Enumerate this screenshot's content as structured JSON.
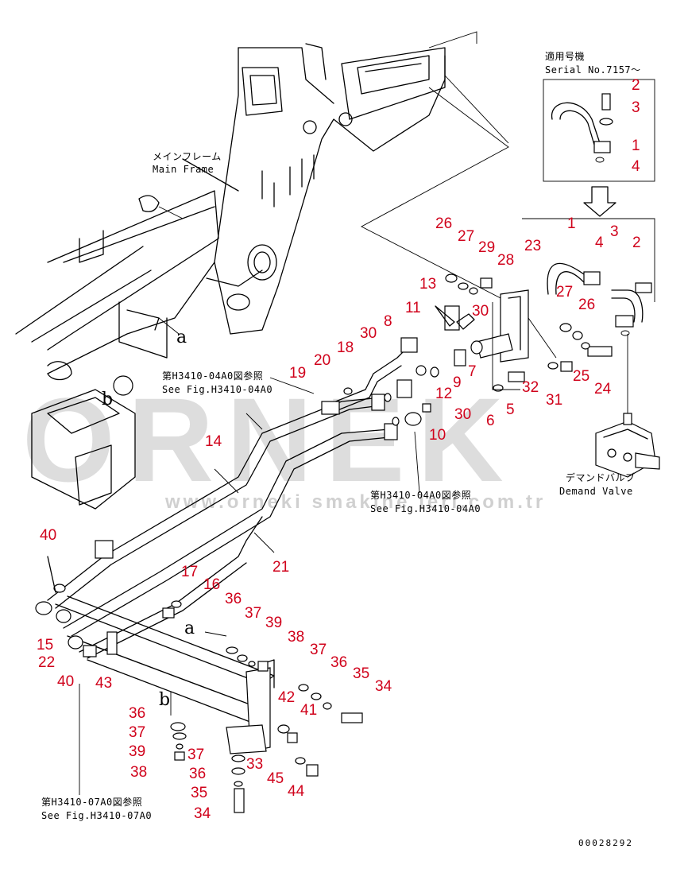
{
  "notes": {
    "serial_jp": "適用号機",
    "serial_en": "Serial No.7157～",
    "main_frame_jp": "メインフレーム",
    "main_frame_en": "Main Frame",
    "ref_a_jp": "第H3410-04A0図参照",
    "ref_a_en": "See Fig.H3410-04A0",
    "ref_b_jp": "第H3410-04A0図参照",
    "ref_b_en": "See Fig.H3410-04A0",
    "ref_c_jp": "第H3410-07A0図参照",
    "ref_c_en": "See Fig.H3410-07A0",
    "demand_jp": "デマンドバルブ",
    "demand_en": "Demand Valve",
    "drawing_code": "00028292"
  },
  "view_letters": {
    "a_left": "a",
    "b_left": "b",
    "a_mid": "a",
    "b_low": "b"
  },
  "watermark": {
    "brand": "ORNEK",
    "url": "www.orneki smakine leri.com.tr"
  },
  "callouts": [
    {
      "id": "c2-top",
      "label": "2"
    },
    {
      "id": "c3-top",
      "label": "3"
    },
    {
      "id": "c1-top",
      "label": "1"
    },
    {
      "id": "c4-top",
      "label": "4"
    },
    {
      "id": "c1",
      "label": "1"
    },
    {
      "id": "c4",
      "label": "4"
    },
    {
      "id": "c3",
      "label": "3"
    },
    {
      "id": "c2",
      "label": "2"
    },
    {
      "id": "c26a",
      "label": "26"
    },
    {
      "id": "c27a",
      "label": "27"
    },
    {
      "id": "c29",
      "label": "29"
    },
    {
      "id": "c28",
      "label": "28"
    },
    {
      "id": "c23",
      "label": "23"
    },
    {
      "id": "c13",
      "label": "13"
    },
    {
      "id": "c30a",
      "label": "30"
    },
    {
      "id": "c27b",
      "label": "27"
    },
    {
      "id": "c26b",
      "label": "26"
    },
    {
      "id": "c11",
      "label": "11"
    },
    {
      "id": "c8",
      "label": "8"
    },
    {
      "id": "c30b",
      "label": "30"
    },
    {
      "id": "c18",
      "label": "18"
    },
    {
      "id": "c20",
      "label": "20"
    },
    {
      "id": "c19",
      "label": "19"
    },
    {
      "id": "c7",
      "label": "7"
    },
    {
      "id": "c9",
      "label": "9"
    },
    {
      "id": "c12",
      "label": "12"
    },
    {
      "id": "c25",
      "label": "25"
    },
    {
      "id": "c24",
      "label": "24"
    },
    {
      "id": "c32",
      "label": "32"
    },
    {
      "id": "c31",
      "label": "31"
    },
    {
      "id": "c5",
      "label": "5"
    },
    {
      "id": "c6",
      "label": "6"
    },
    {
      "id": "c30c",
      "label": "30"
    },
    {
      "id": "c10",
      "label": "10"
    },
    {
      "id": "c14",
      "label": "14"
    },
    {
      "id": "c21",
      "label": "21"
    },
    {
      "id": "c40a",
      "label": "40"
    },
    {
      "id": "c17",
      "label": "17"
    },
    {
      "id": "c16",
      "label": "16"
    },
    {
      "id": "c36a",
      "label": "36"
    },
    {
      "id": "c37a",
      "label": "37"
    },
    {
      "id": "c39a",
      "label": "39"
    },
    {
      "id": "c38a",
      "label": "38"
    },
    {
      "id": "c37b",
      "label": "37"
    },
    {
      "id": "c36b",
      "label": "36"
    },
    {
      "id": "c35a",
      "label": "35"
    },
    {
      "id": "c34a",
      "label": "34"
    },
    {
      "id": "c42",
      "label": "42"
    },
    {
      "id": "c41",
      "label": "41"
    },
    {
      "id": "c15",
      "label": "15"
    },
    {
      "id": "c22",
      "label": "22"
    },
    {
      "id": "c40b",
      "label": "40"
    },
    {
      "id": "c43",
      "label": "43"
    },
    {
      "id": "c36c",
      "label": "36"
    },
    {
      "id": "c37c",
      "label": "37"
    },
    {
      "id": "c39b",
      "label": "39"
    },
    {
      "id": "c38b",
      "label": "38"
    },
    {
      "id": "c37d",
      "label": "37"
    },
    {
      "id": "c36d",
      "label": "36"
    },
    {
      "id": "c33",
      "label": "33"
    },
    {
      "id": "c35b",
      "label": "35"
    },
    {
      "id": "c45",
      "label": "45"
    },
    {
      "id": "c44",
      "label": "44"
    },
    {
      "id": "c34b",
      "label": "34"
    }
  ]
}
